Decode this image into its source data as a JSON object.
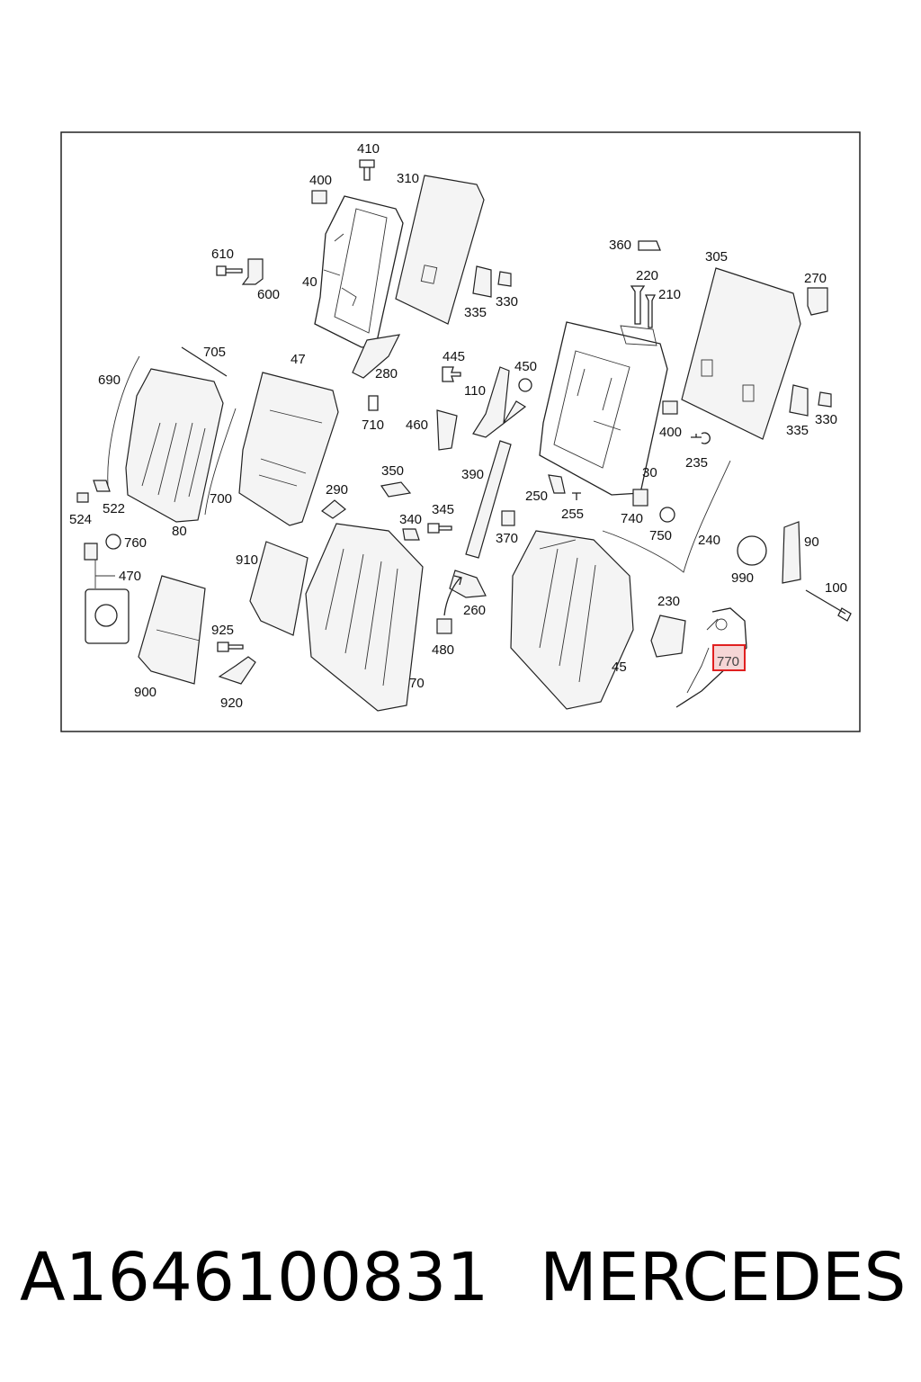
{
  "diagram": {
    "highlighted_part": "770",
    "highlight_color": "#e02020",
    "labels": {
      "l410": "410",
      "l400a": "400",
      "l310": "310",
      "l40": "40",
      "l610": "610",
      "l600": "600",
      "l335a": "335",
      "l330a": "330",
      "l360": "360",
      "l305": "305",
      "l270": "270",
      "l220": "220",
      "l210": "210",
      "l705": "705",
      "l690": "690",
      "l47": "47",
      "l280": "280",
      "l445": "445",
      "l450": "450",
      "l110": "110",
      "l710": "710",
      "l460": "460",
      "l400b": "400",
      "l335b": "335",
      "l330b": "330",
      "l235": "235",
      "l700": "700",
      "l522": "522",
      "l524": "524",
      "l80": "80",
      "l350": "350",
      "l290": "290",
      "l390": "390",
      "l30": "30",
      "l250": "250",
      "l255": "255",
      "l345": "345",
      "l340": "340",
      "l370": "370",
      "l740": "740",
      "l750": "750",
      "l240": "240",
      "l90": "90",
      "l990": "990",
      "l760": "760",
      "l470": "470",
      "l910": "910",
      "l260": "260",
      "l100": "100",
      "l230": "230",
      "l925": "925",
      "l480": "480",
      "l770": "770",
      "l45": "45",
      "l900": "900",
      "l70": "70",
      "l920": "920"
    }
  },
  "caption": {
    "part_number": "A1646100831",
    "make": "MERCEDES"
  }
}
